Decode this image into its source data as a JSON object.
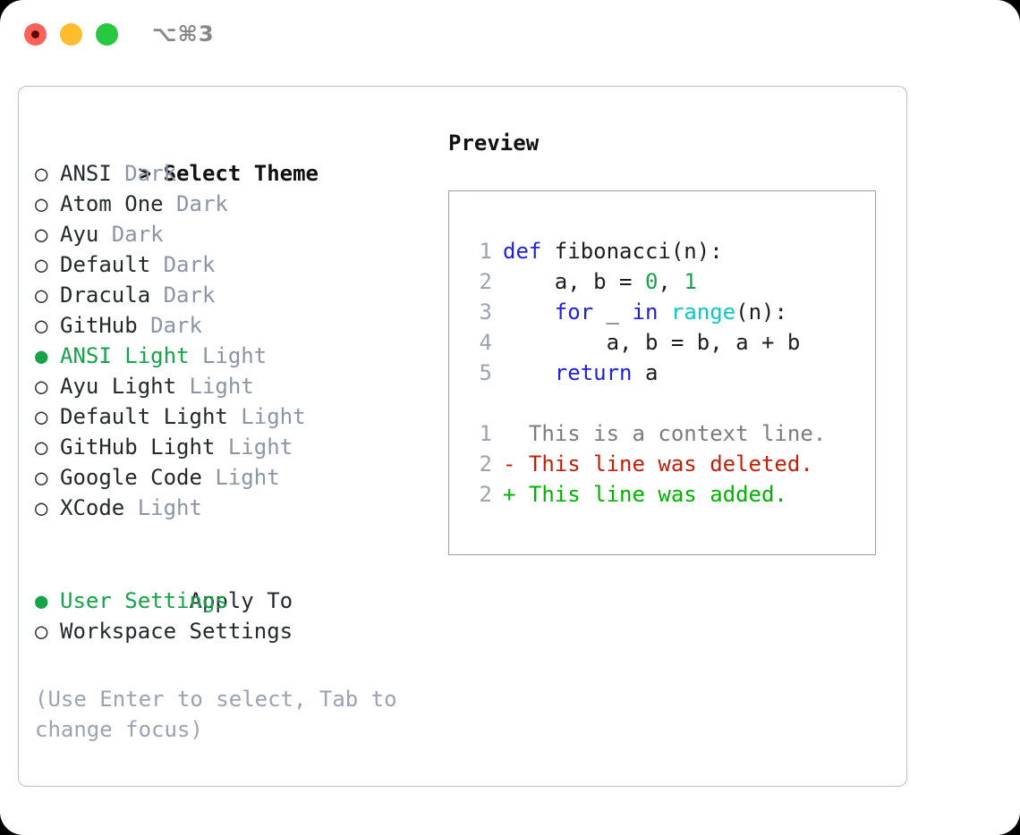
{
  "titlebar": {
    "shortcut": "⌥⌘3",
    "dots": [
      "close-red",
      "minimize-yellow",
      "maximize-green"
    ]
  },
  "left": {
    "header": {
      "marker": "> ",
      "label": "Select Theme"
    },
    "themes": [
      {
        "marker": "○ ",
        "name": "ANSI",
        "kind": "Dark",
        "selected": false
      },
      {
        "marker": "○ ",
        "name": "Atom One",
        "kind": "Dark",
        "selected": false
      },
      {
        "marker": "○ ",
        "name": "Ayu",
        "kind": "Dark",
        "selected": false
      },
      {
        "marker": "○ ",
        "name": "Default",
        "kind": "Dark",
        "selected": false
      },
      {
        "marker": "○ ",
        "name": "Dracula",
        "kind": "Dark",
        "selected": false
      },
      {
        "marker": "○ ",
        "name": "GitHub",
        "kind": "Dark",
        "selected": false
      },
      {
        "marker": "● ",
        "name": "ANSI Light",
        "kind": "Light",
        "selected": true
      },
      {
        "marker": "○ ",
        "name": "Ayu Light",
        "kind": "Light",
        "selected": false
      },
      {
        "marker": "○ ",
        "name": "Default Light",
        "kind": "Light",
        "selected": false
      },
      {
        "marker": "○ ",
        "name": "GitHub Light",
        "kind": "Light",
        "selected": false
      },
      {
        "marker": "○ ",
        "name": "Google Code",
        "kind": "Light",
        "selected": false
      },
      {
        "marker": "○ ",
        "name": "XCode",
        "kind": "Light",
        "selected": false
      }
    ],
    "apply_to": {
      "header": {
        "marker": "  ",
        "label": "Apply To"
      },
      "options": [
        {
          "marker": "● ",
          "label": "User Settings",
          "selected": true
        },
        {
          "marker": "○ ",
          "label": "Workspace Settings",
          "selected": false
        }
      ]
    },
    "hint": "(Use Enter to select, Tab to change focus)"
  },
  "right": {
    "title": "Preview",
    "code": [
      {
        "ln": "1",
        "segments": [
          {
            "t": "def",
            "c": "kw"
          },
          {
            "t": " fibonacci(n):",
            "c": ""
          }
        ]
      },
      {
        "ln": "2",
        "segments": [
          {
            "t": "    a, b = ",
            "c": ""
          },
          {
            "t": "0",
            "c": "num"
          },
          {
            "t": ", ",
            "c": ""
          },
          {
            "t": "1",
            "c": "num"
          }
        ]
      },
      {
        "ln": "3",
        "segments": [
          {
            "t": "    ",
            "c": ""
          },
          {
            "t": "for",
            "c": "kw"
          },
          {
            "t": " _ ",
            "c": ""
          },
          {
            "t": "in",
            "c": "kw"
          },
          {
            "t": " ",
            "c": ""
          },
          {
            "t": "range",
            "c": "fn"
          },
          {
            "t": "(n):",
            "c": ""
          }
        ]
      },
      {
        "ln": "4",
        "segments": [
          {
            "t": "        a, b = b, a + b",
            "c": ""
          }
        ]
      },
      {
        "ln": "5",
        "segments": [
          {
            "t": "    ",
            "c": ""
          },
          {
            "t": "return",
            "c": "kw"
          },
          {
            "t": " a",
            "c": ""
          }
        ]
      }
    ],
    "diff": [
      {
        "ln": "1",
        "text": "  This is a context line.",
        "c": "diff-ctx"
      },
      {
        "ln": "2",
        "text": "- This line was deleted.",
        "c": "diff-del"
      },
      {
        "ln": "2",
        "text": "+ This line was added.",
        "c": "diff-add"
      }
    ]
  },
  "colors": {
    "accent_green": "#16a34a",
    "keyword_blue": "#1f1fdd",
    "function_cyan": "#0bc8c8",
    "diff_delete_red": "#c41e0a",
    "diff_add_green": "#00b300",
    "muted_gray": "#8a95a5",
    "border_gray": "#94a0b3"
  }
}
